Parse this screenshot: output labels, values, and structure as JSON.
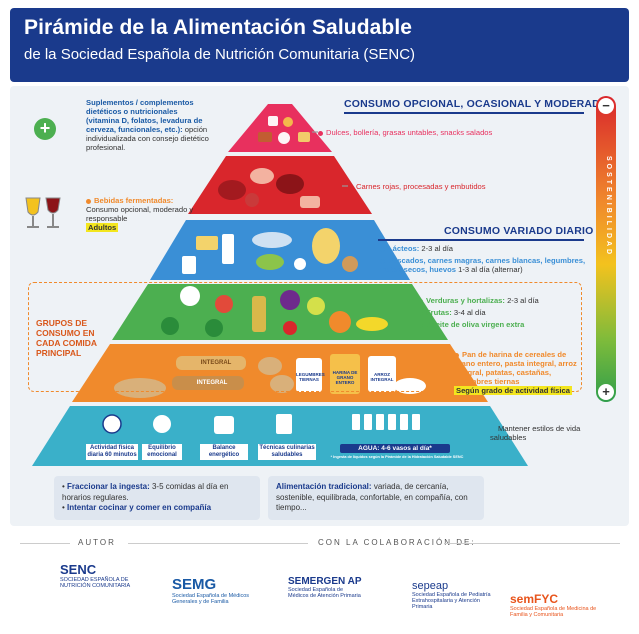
{
  "header": {
    "title": "Pirámide de la Alimentación Saludable",
    "subtitle": "de la Sociedad Española de Nutrición Comunitaria (SENC)"
  },
  "sections": {
    "opcional": "CONSUMO OPCIONAL, OCASIONAL Y MODERADO",
    "variado": "CONSUMO VARIADO DIARIO",
    "grupos": "GRUPOS DE CONSUMO EN CADA COMIDA PRINCIPAL"
  },
  "sostenibilidad": {
    "label": "SOSTENIBILIDAD",
    "top_symbol": "−",
    "bottom_symbol": "+"
  },
  "left_notes": {
    "suplementos_title": "Suplementos / complementos dietéticos o nutricionales (vitamina D, folatos, levadura de cerveza, funcionales, etc.):",
    "suplementos_body": "opción individualizada con consejo dietético profesional.",
    "bebidas_title": "Bebidas fermentadas:",
    "bebidas_body": "Consumo opcional, moderado y responsable",
    "adultos": "Adultos"
  },
  "right_notes": {
    "dulces": "Dulces, bollería, grasas untables, snacks salados",
    "carnes": "Carnes rojas, procesadas y embutidos",
    "lacteos_title": "Lácteos:",
    "lacteos_body": "2-3 al día",
    "pescados_title": "Pescados, carnes magras, carnes blancas, legumbres, frutos secos, huevos",
    "pescados_body": "1-3 al día (alternar)",
    "verduras_title": "Verduras y hortalizas:",
    "verduras_body": "2-3 al día",
    "frutas_title": "Frutas:",
    "frutas_body": "3-4 al día",
    "aceite_title": "Aceite de oliva virgen extra",
    "pan_title": "Pan de harina de cereales de grano entero, pasta integral, arroz integral, patatas, castañas, legumbres tiernas",
    "pan_note": "Según grado de actividad física",
    "estilos": "Mantener estilos de vida saludables"
  },
  "base_items": {
    "actividad": "Actividad física diaria 60 minutos",
    "equilibrio": "Equilibrio emocional",
    "balance": "Balance energético",
    "tecnicas": "Técnicas culinarias saludables",
    "agua": "AGUA: 4-6 vasos al día*",
    "agua_note": "* Ingesta de líquidos según la Pirámide de la Hidratación Saludable SENC"
  },
  "food_labels": {
    "integral1": "INTEGRAL",
    "integral2": "INTEGRAL",
    "legumbres": "LEGUMBRES TIERNAS",
    "harina": "HARINA DE GRANO ENTERO",
    "arroz": "ARROZ INTEGRAL"
  },
  "bottom": {
    "fraccionar_title": "Fraccionar la ingesta:",
    "fraccionar_body": "3-5 comidas al día en horarios regulares.",
    "cocinar": "Intentar cocinar y comer en compañía",
    "tradicional_title": "Alimentación tradicional:",
    "tradicional_body": "variada, de cercanía, sostenible, equilibrada, confortable, en compañía, con tiempo..."
  },
  "footer": {
    "autor": "AUTOR",
    "colaboracion": "CON LA COLABORACIÓN DE:",
    "senc": "SENC",
    "senc_sub": "SOCIEDAD ESPAÑOLA DE NUTRICIÓN COMUNITARIA",
    "semg": "SEMG",
    "semg_sub": "Sociedad Española de Médicos Generales y de Familia",
    "semergen": "SEMERGEN AP",
    "semergen_sub": "Sociedad Española de Médicos de Atención Primaria",
    "sepeap": "sepeap",
    "sepeap_sub": "Sociedad Española de Pediatría Extrahospitalaria y Atención Primaria",
    "semfyc": "semFYC",
    "semfyc_sub": "Sociedad Española de Medicina de Familia y Comunitaria"
  },
  "colors": {
    "navy": "#1a3a8c",
    "tier_dulces": "#e8305e",
    "tier_carnes": "#d9262c",
    "tier_lacteos": "#3a8fd6",
    "tier_verduras": "#4caf50",
    "tier_cereales": "#f08a2c",
    "tier_base": "#3ab0c9"
  }
}
